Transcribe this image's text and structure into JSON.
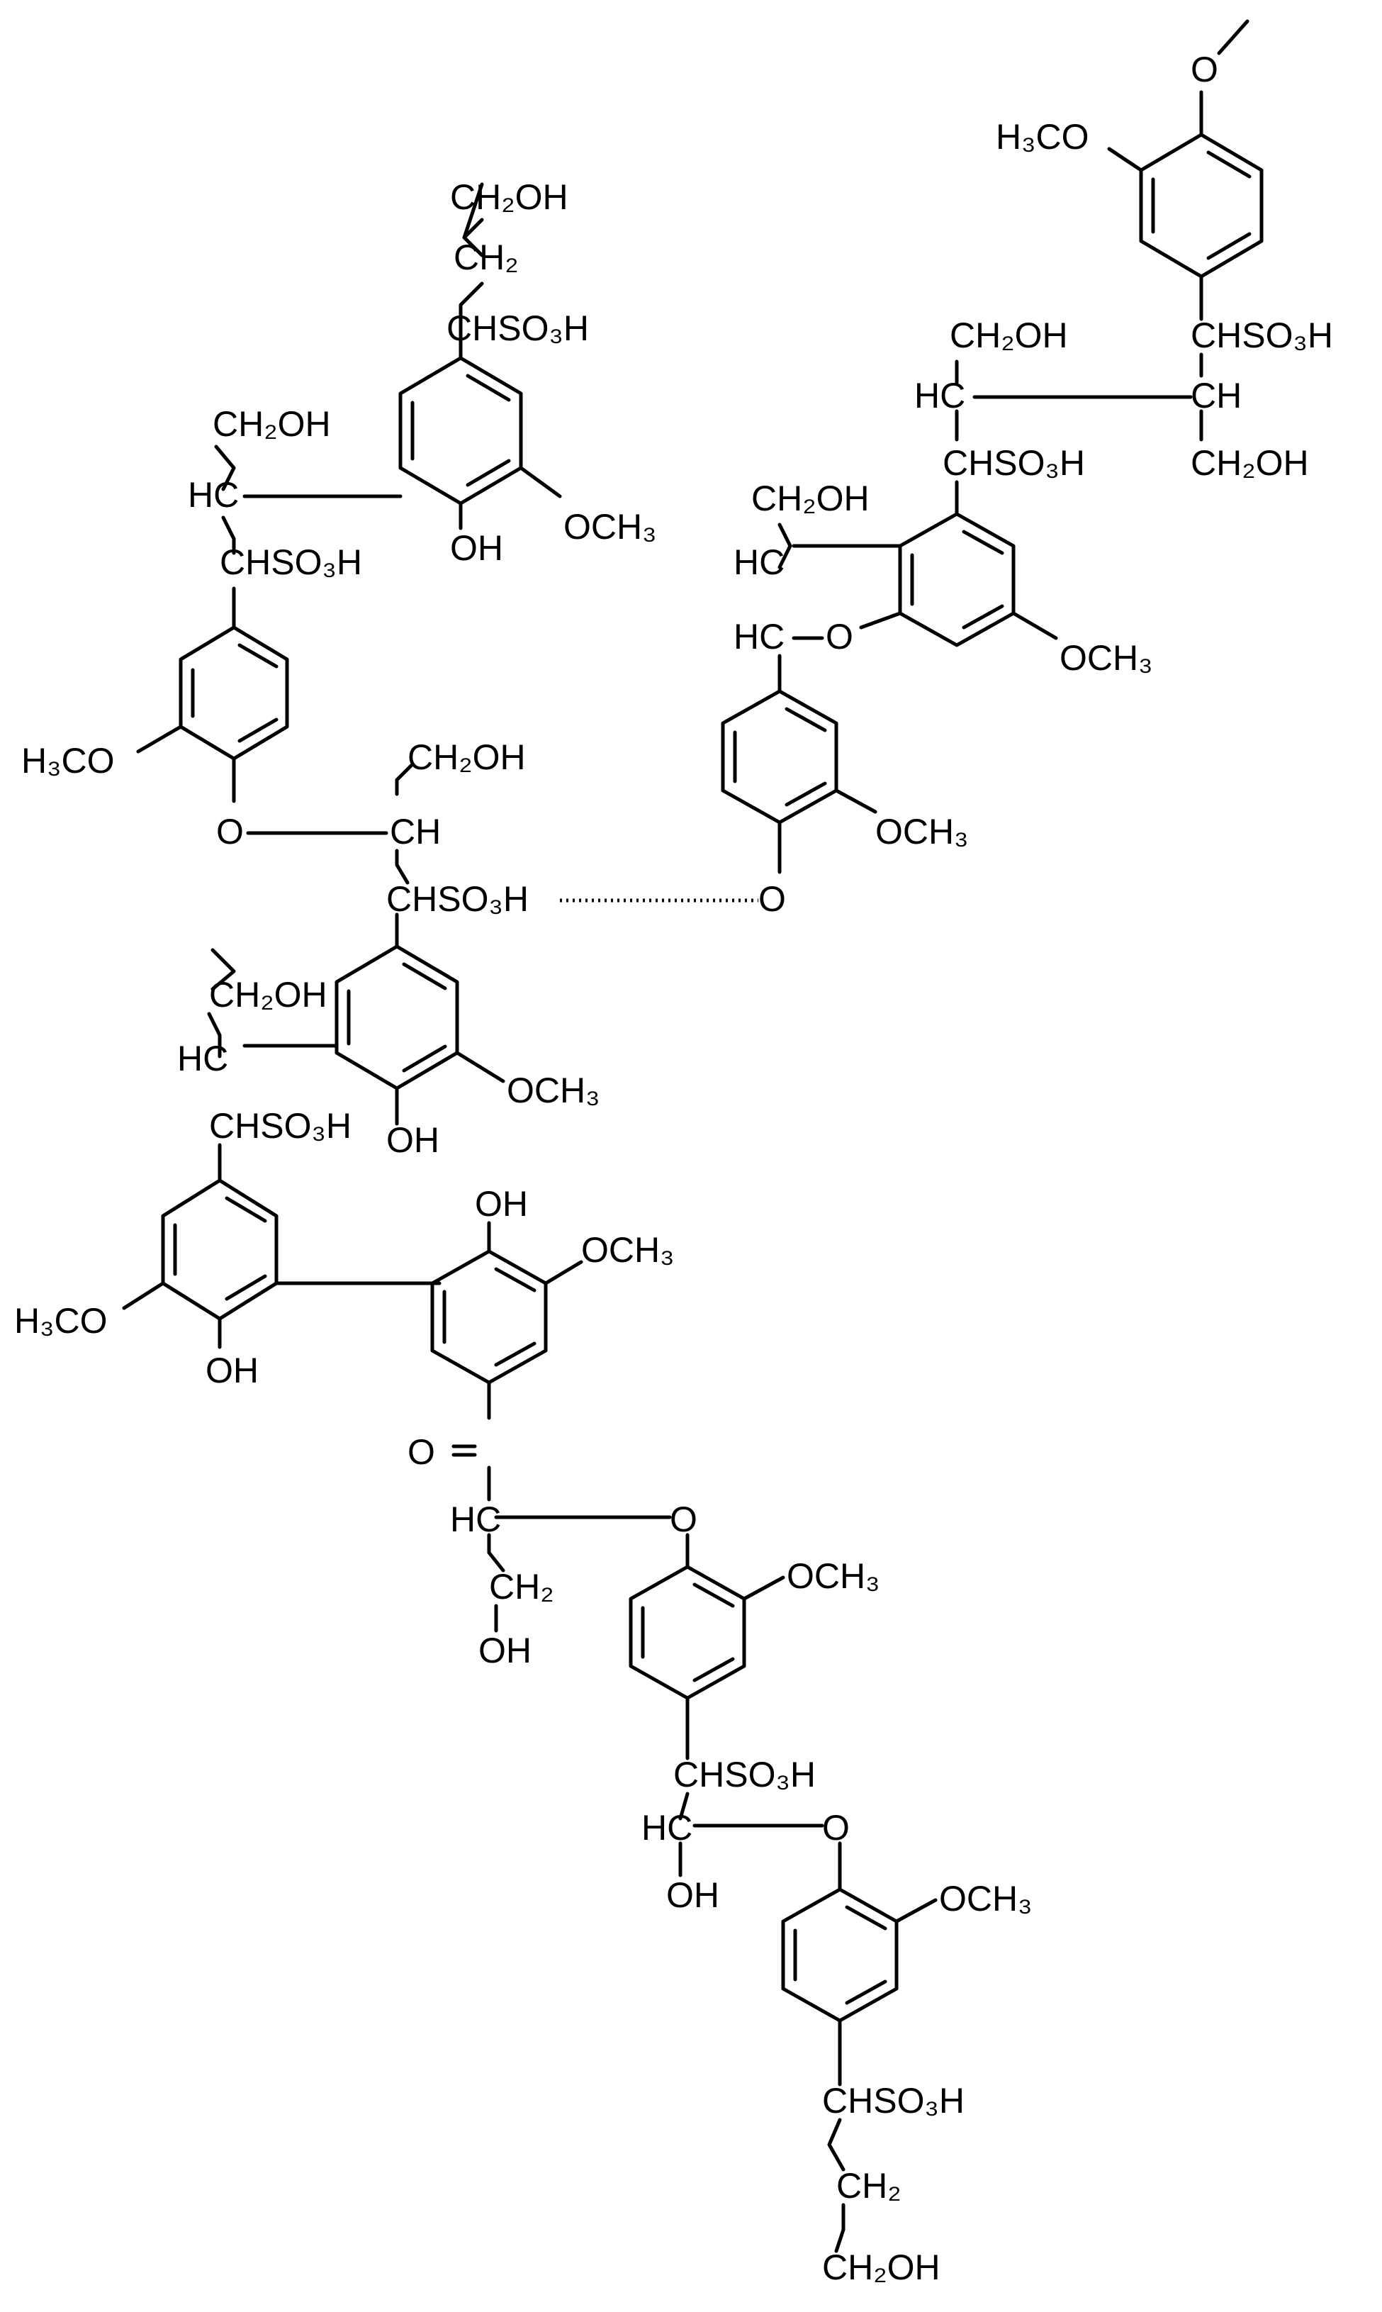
{
  "labels": {
    "ring1_top_ch2oh": "CH₂OH",
    "ring1_ch2": "CH₂",
    "ring1_chso3h": "CHSO₃H",
    "ring1_och3": "OCH₃",
    "ring1_oh": "OH",
    "ring2_ch2oh": "CH₂OH",
    "ring2_hc": "HC",
    "ring2_chso3h": "CHSO₃H",
    "ring2_h3co": "H₃CO",
    "ring2_o": "O",
    "center_ch2oh": "CH₂OH",
    "center_ch": "CH",
    "center_chso3h": "CHSO₃H",
    "ring3_ch2oh": "CH₂OH",
    "ring3_hc": "HC",
    "ring3_chso3h": "CHSO₃H",
    "ring3_och3": "OCH₃",
    "ring3_oh": "OH",
    "ring4_h3co": "H₃CO",
    "ring4_oh": "OH",
    "ring5_oh": "OH",
    "ring5_och3": "OCH₃",
    "ketone_o": "O",
    "ketone_hc": "HC",
    "ketone_ch2": "CH₂",
    "ketone_oh": "OH",
    "ketone_ether_o": "O",
    "ring6_och3": "OCH₃",
    "ring6_chso3h": "CHSO₃H",
    "ring6_hc": "HC",
    "ring6_oh": "OH",
    "ring6_ether_o": "O",
    "ring7_och3": "OCH₃",
    "ring7_chso3h": "CHSO₃H",
    "ring7_ch2": "CH₂",
    "ring7_ch2oh": "CH₂OH",
    "right_methoxy_o": "O",
    "right_h3co": "H₃CO",
    "right_chso3h": "CHSO₃H",
    "right_ch": "CH",
    "right_ch2oh": "CH₂OH",
    "mid_ch2oh": "CH₂OH",
    "mid_hc": "HC",
    "mid_chso3h": "CHSO₃H",
    "coum_ch2oh": "CH₂OH",
    "coum_hc": "HC",
    "coum_hc2": "HC",
    "coum_o": "O",
    "coum_och3": "OCH₃",
    "ring9_och3": "OCH₃",
    "ring9_o": "O"
  }
}
